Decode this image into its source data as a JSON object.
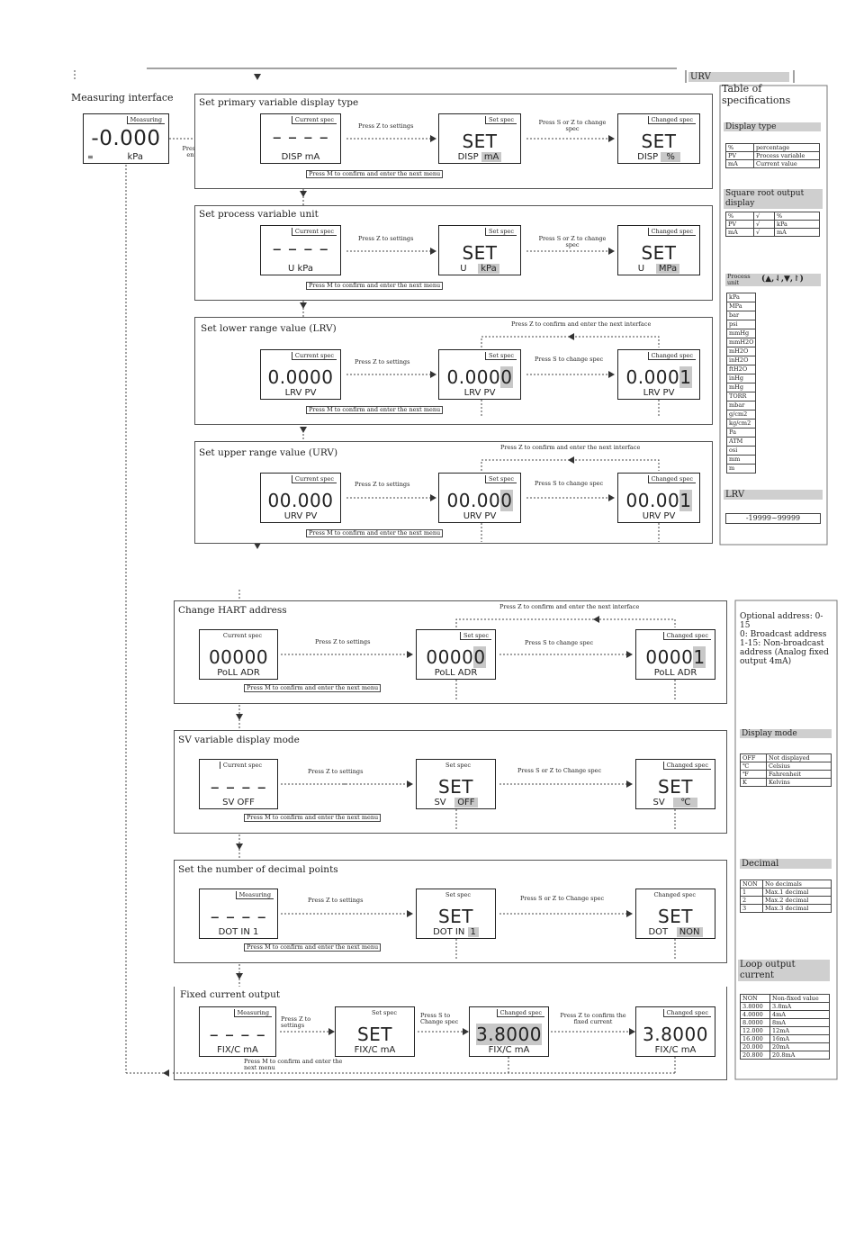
{
  "left_title": "Measuring interface",
  "urv_top": "URV",
  "table_title": "Table of specifications",
  "measure_lcd": {
    "tag": "Measuring",
    "value": "-0.000",
    "unit": "kPa"
  },
  "measure_hint": "Press M to confirm and enter the next menu",
  "sections_top": [
    {
      "title": "Set primary variable display type",
      "lcd1": {
        "tag": "Current spec",
        "value": "– – – –",
        "bottom": "DISP  mA"
      },
      "arrow1": "Press Z to settings",
      "lcd2": {
        "tag": "Set spec",
        "value": "SET",
        "bottom_a": "DISP",
        "bottom_b": "mA"
      },
      "arrow2": "Press S or Z to change spec",
      "lcd3": {
        "tag": "Changed spec",
        "value": "SET",
        "bottom_a": "DISP",
        "bottom_b": "%"
      },
      "confirm": "Press M to confirm and enter the next menu"
    },
    {
      "title": "Set process variable unit",
      "lcd1": {
        "tag": "Current spec",
        "value": "– – – –",
        "bottom": "U   kPa"
      },
      "arrow1": "Press Z to settings",
      "lcd2": {
        "tag": "Set spec",
        "value": "SET",
        "bottom_a": "U",
        "bottom_b": "kPa"
      },
      "arrow2": "Press S or Z to change spec",
      "lcd3": {
        "tag": "Changed spec",
        "value": "SET",
        "bottom_a": "U",
        "bottom_b": "MPa"
      },
      "confirm": "Press M to confirm and enter the next menu"
    },
    {
      "title": "Set lower range value (LRV)",
      "back": "Press Z to confirm and enter the next interface",
      "lcd1": {
        "tag": "Current spec",
        "value": "0.0000",
        "bottom": "LRV     PV"
      },
      "arrow1": "Press Z to settings",
      "lcd2": {
        "tag": "Set spec",
        "value_a": "0.000",
        "value_b": "0",
        "bottom": "LRV     PV"
      },
      "arrow2": "Press S to change spec",
      "lcd3": {
        "tag": "Changed spec",
        "value_a": "0.000",
        "value_b": "1",
        "bottom": "LRV     PV"
      },
      "confirm": "Press M to confirm and enter the next menu"
    },
    {
      "title": "Set upper range value (URV)",
      "back": "Press Z to confirm and enter the next interface",
      "lcd1": {
        "tag": "Current spec",
        "value": "00.000",
        "bottom": "URV     PV"
      },
      "arrow1": "Press Z to settings",
      "lcd2": {
        "tag": "Set spec",
        "value_a": "00.00",
        "value_b": "0",
        "bottom": "URV     PV"
      },
      "arrow2": "Press S to change spec",
      "lcd3": {
        "tag": "Changed spec",
        "value_a": "00.00",
        "value_b": "1",
        "bottom": "URV     PV"
      },
      "confirm": "Press M to confirm and enter the next menu"
    }
  ],
  "spec_top": {
    "display_type": {
      "title": "Display type",
      "rows": [
        [
          "%",
          "percentage"
        ],
        [
          "PV",
          "Process variable"
        ],
        [
          "mA",
          "Current value"
        ]
      ]
    },
    "sqrt": {
      "title": "Square root output display",
      "rows": [
        [
          "%",
          "√",
          "%"
        ],
        [
          "PV",
          "√",
          "kPa"
        ],
        [
          "mA",
          "√",
          "mA"
        ]
      ]
    },
    "process_unit": {
      "title": "Process unit",
      "keys": "(▲,⇃,▼,↾)",
      "units": [
        "kPa",
        "MPa",
        "bar",
        "psi",
        "mmHg",
        "mmH2O",
        "mH2O",
        "inH2O",
        "ftH2O",
        "inHg",
        "mHg",
        "TORR",
        "mbar",
        "g/cm2",
        "kg/cm2",
        "Pa",
        "ATM",
        "osi",
        "mm",
        "m"
      ]
    },
    "lrv": {
      "title": "LRV",
      "range": "-19999~99999"
    }
  },
  "sections_bottom": [
    {
      "title": "Change HART address",
      "back": "Press Z to confirm and enter the next interface",
      "lcd1": {
        "tag": "Current spec",
        "value": "00000",
        "bottom": "PoLL    ADR"
      },
      "arrow1": "Press Z to settings",
      "lcd2": {
        "tag": "Set spec",
        "value_a": "0000",
        "value_b": "0",
        "bottom": "PoLL    ADR"
      },
      "arrow2": "Press S to change spec",
      "lcd3": {
        "tag": "Changed spec",
        "value_a": "0000",
        "value_b": "1",
        "bottom": "PoLL    ADR"
      },
      "confirm": "Press M to confirm and enter the next menu"
    },
    {
      "title": "SV variable display mode",
      "lcd1": {
        "tag": "Current spec",
        "value": "– – – –",
        "bottom": "SV    OFF"
      },
      "arrow1": "Press Z to settings",
      "lcd2": {
        "tag": "Set spec",
        "value": "SET",
        "bottom_a": "SV",
        "bottom_b": "OFF"
      },
      "arrow2": "Press S or Z to Change spec",
      "lcd3": {
        "tag": "Changed spec",
        "value": "SET",
        "bottom_a": "SV",
        "bottom_b": "℃"
      },
      "confirm": "Press M to confirm and enter the next menu"
    },
    {
      "title": "Set the number of decimal points",
      "lcd1": {
        "tag": "Measuring",
        "value": "– – – –",
        "bottom": "DOT  IN  1"
      },
      "arrow1": "Press Z to settings",
      "lcd2": {
        "tag": "Set spec",
        "value": "SET",
        "bottom_a": "DOT  IN",
        "bottom_b": "1"
      },
      "arrow2": "Press S or Z to Change spec",
      "lcd3": {
        "tag": "Changed spec",
        "value": "SET",
        "bottom_a": "DOT",
        "bottom_b": "NON"
      },
      "confirm": "Press M to confirm and enter the next menu"
    },
    {
      "title": "Fixed current output",
      "lcd1": {
        "tag": "Measuring",
        "value": "– – – –",
        "bottom": "FIX/C   mA"
      },
      "arrow1": "Press Z to settings",
      "lcd2": {
        "tag": "Set spec",
        "value": "SET",
        "bottom": "FIX/C   mA"
      },
      "arrow2": "Press S to Change spec",
      "lcd3": {
        "tag": "Changed spec",
        "value": "3.8000",
        "bottom": "FIX/C   mA"
      },
      "arrow3": "Press Z to confirm the fixed current",
      "lcd4": {
        "tag": "Changed spec",
        "value": "3.8000",
        "bottom": "FIX/C   mA"
      },
      "confirm": "Press M to confirm and enter the next menu"
    }
  ],
  "spec_bottom": {
    "address": "Optional address: 0-15\n0: Broadcast address\n1-15: Non-broadcast address (Analog fixed output 4mA)",
    "display_mode": {
      "title": "Display mode",
      "rows": [
        [
          "OFF",
          "Not displayed"
        ],
        [
          "℃",
          "Celsius"
        ],
        [
          "℉",
          "Fahrenheit"
        ],
        [
          "K",
          "Kelvins"
        ]
      ]
    },
    "decimal": {
      "title": "Decimal",
      "rows": [
        [
          "NON",
          "No decimals"
        ],
        [
          "1",
          "Max.1 decimal"
        ],
        [
          "2",
          "Max.2 decimal"
        ],
        [
          "3",
          "Max.3 decimal"
        ]
      ]
    },
    "loop": {
      "title": "Loop output current",
      "rows": [
        [
          "NON",
          "Non-fixed value"
        ],
        [
          "3.8000",
          "3.8mA"
        ],
        [
          "4.0000",
          "4mA"
        ],
        [
          "8.0000",
          "8mA"
        ],
        [
          "12.000",
          "12mA"
        ],
        [
          "16.000",
          "16mA"
        ],
        [
          "20.000",
          "20mA"
        ],
        [
          "20.800",
          "20.8mA"
        ]
      ]
    }
  }
}
